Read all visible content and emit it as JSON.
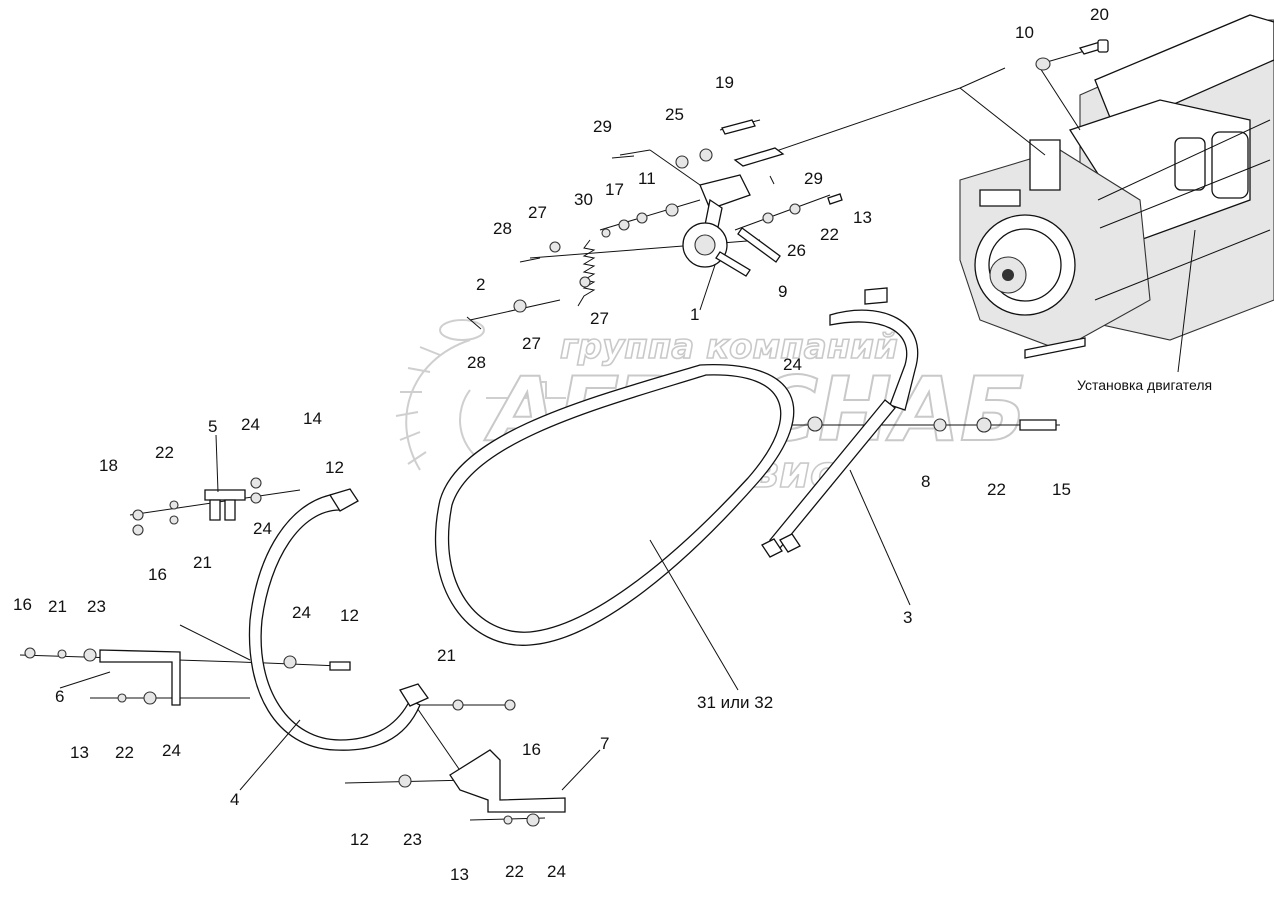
{
  "watermark": {
    "line1": "группа компаний",
    "line2": "АГРОСНАБ",
    "line3": "техсервис"
  },
  "caption_engine": "Установка двигателя",
  "labels": [
    {
      "id": "l20",
      "text": "20"
    },
    {
      "id": "l10",
      "text": "10"
    },
    {
      "id": "l19",
      "text": "19"
    },
    {
      "id": "l29a",
      "text": "29"
    },
    {
      "id": "l25",
      "text": "25"
    },
    {
      "id": "l29b",
      "text": "29"
    },
    {
      "id": "l17",
      "text": "17"
    },
    {
      "id": "l11",
      "text": "11"
    },
    {
      "id": "l30",
      "text": "30"
    },
    {
      "id": "l27a",
      "text": "27"
    },
    {
      "id": "l28a",
      "text": "28"
    },
    {
      "id": "l13a",
      "text": "13"
    },
    {
      "id": "l22a",
      "text": "22"
    },
    {
      "id": "l26",
      "text": "26"
    },
    {
      "id": "l9",
      "text": "9"
    },
    {
      "id": "l2",
      "text": "2"
    },
    {
      "id": "l1",
      "text": "1"
    },
    {
      "id": "l27b",
      "text": "27"
    },
    {
      "id": "l27c",
      "text": "27"
    },
    {
      "id": "l28b",
      "text": "28"
    },
    {
      "id": "l24a",
      "text": "24"
    },
    {
      "id": "l8",
      "text": "8"
    },
    {
      "id": "l22b",
      "text": "22"
    },
    {
      "id": "l15",
      "text": "15"
    },
    {
      "id": "l3",
      "text": "3"
    },
    {
      "id": "l31",
      "text": "31 или 32"
    },
    {
      "id": "l5",
      "text": "5"
    },
    {
      "id": "l24b",
      "text": "24"
    },
    {
      "id": "l14",
      "text": "14"
    },
    {
      "id": "l18",
      "text": "18"
    },
    {
      "id": "l22c",
      "text": "22"
    },
    {
      "id": "l12a",
      "text": "12"
    },
    {
      "id": "l24c",
      "text": "24"
    },
    {
      "id": "l16a",
      "text": "16"
    },
    {
      "id": "l21a",
      "text": "21"
    },
    {
      "id": "l16b",
      "text": "16"
    },
    {
      "id": "l21b",
      "text": "21"
    },
    {
      "id": "l23a",
      "text": "23"
    },
    {
      "id": "l24d",
      "text": "24"
    },
    {
      "id": "l12b",
      "text": "12"
    },
    {
      "id": "l6",
      "text": "6"
    },
    {
      "id": "l13b",
      "text": "13"
    },
    {
      "id": "l22d",
      "text": "22"
    },
    {
      "id": "l24e",
      "text": "24"
    },
    {
      "id": "l4",
      "text": "4"
    },
    {
      "id": "l21c",
      "text": "21"
    },
    {
      "id": "l16c",
      "text": "16"
    },
    {
      "id": "l7",
      "text": "7"
    },
    {
      "id": "l12c",
      "text": "12"
    },
    {
      "id": "l23b",
      "text": "23"
    },
    {
      "id": "l13c",
      "text": "13"
    },
    {
      "id": "l22e",
      "text": "22"
    },
    {
      "id": "l24f",
      "text": "24"
    }
  ]
}
